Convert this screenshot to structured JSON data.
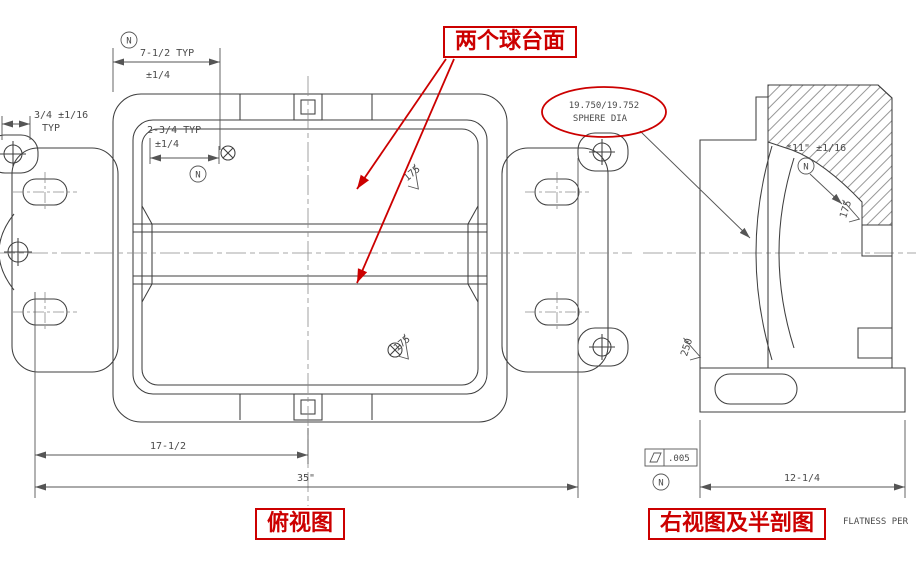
{
  "colors": {
    "annotation_red": "#cc0000",
    "line": "#3f3f3f",
    "dim_text": "#4a4a4a"
  },
  "callouts": {
    "sphere_faces_label": "两个球台面",
    "top_view_label": "俯视图",
    "right_view_label": "右视图及半剖图"
  },
  "notes": {
    "sphere_dia_value": "19.750/19.752",
    "sphere_dia_caption": "SPHERE DIA",
    "flatness_value": ".005",
    "flatness_note": "FLATNESS PER",
    "datum_letter": "N"
  },
  "dimensions": {
    "width_7_5": "7-1/2 TYP",
    "width_7_5_tol": "±1/4",
    "edge_3_4": "3/4 ±1/16",
    "edge_3_4_typ": "TYP",
    "offset_2_3_4": "2-3/4 TYP",
    "offset_2_3_4_tol": "±1/4",
    "half_length": "17-1/2",
    "full_length": "35\"",
    "depth": "12-1/4",
    "height": "*11\" ±1/16",
    "finish_175": "175",
    "finish_250": "250"
  }
}
